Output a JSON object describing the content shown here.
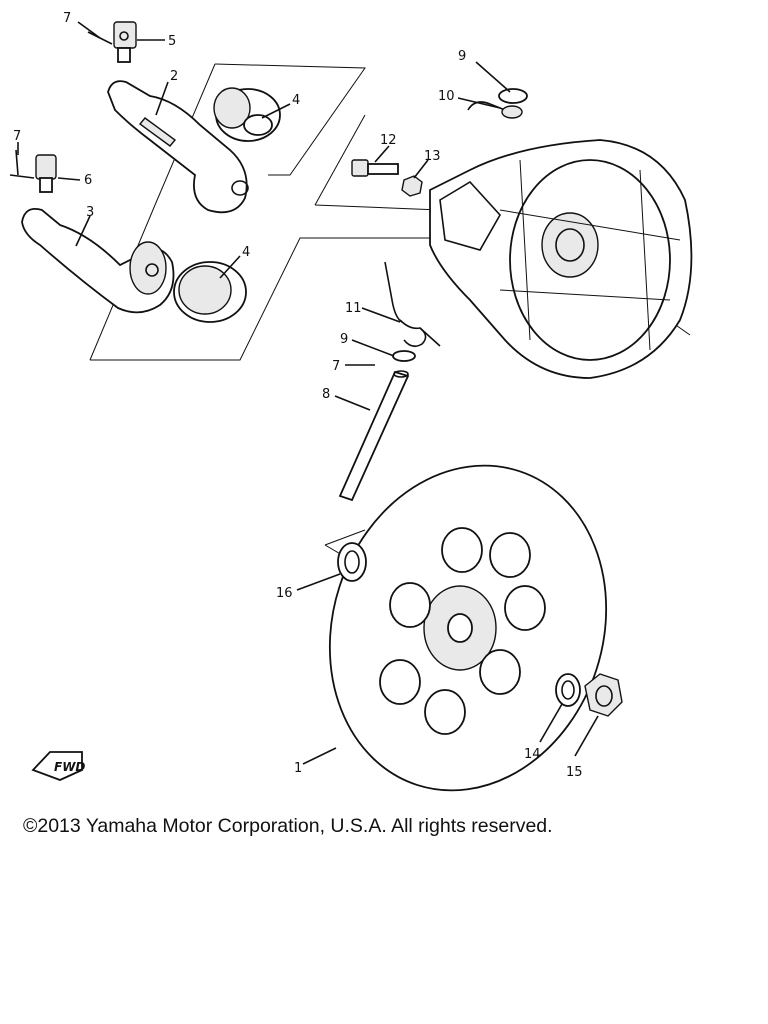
{
  "callouts": {
    "c7a": "7",
    "c5": "5",
    "c2": "2",
    "c4a": "4",
    "c7b": "7",
    "c6": "6",
    "c3": "3",
    "c4b": "4",
    "c9a": "9",
    "c10": "10",
    "c12": "12",
    "c13": "13",
    "c11": "11",
    "c9b": "9",
    "c7c": "7",
    "c8": "8",
    "c16": "16",
    "c1": "1",
    "c14": "14",
    "c15": "15"
  },
  "fwd_label": "FWD",
  "copyright": "©2013 Yamaha Motor Corporation, U.S.A. All rights reserved."
}
